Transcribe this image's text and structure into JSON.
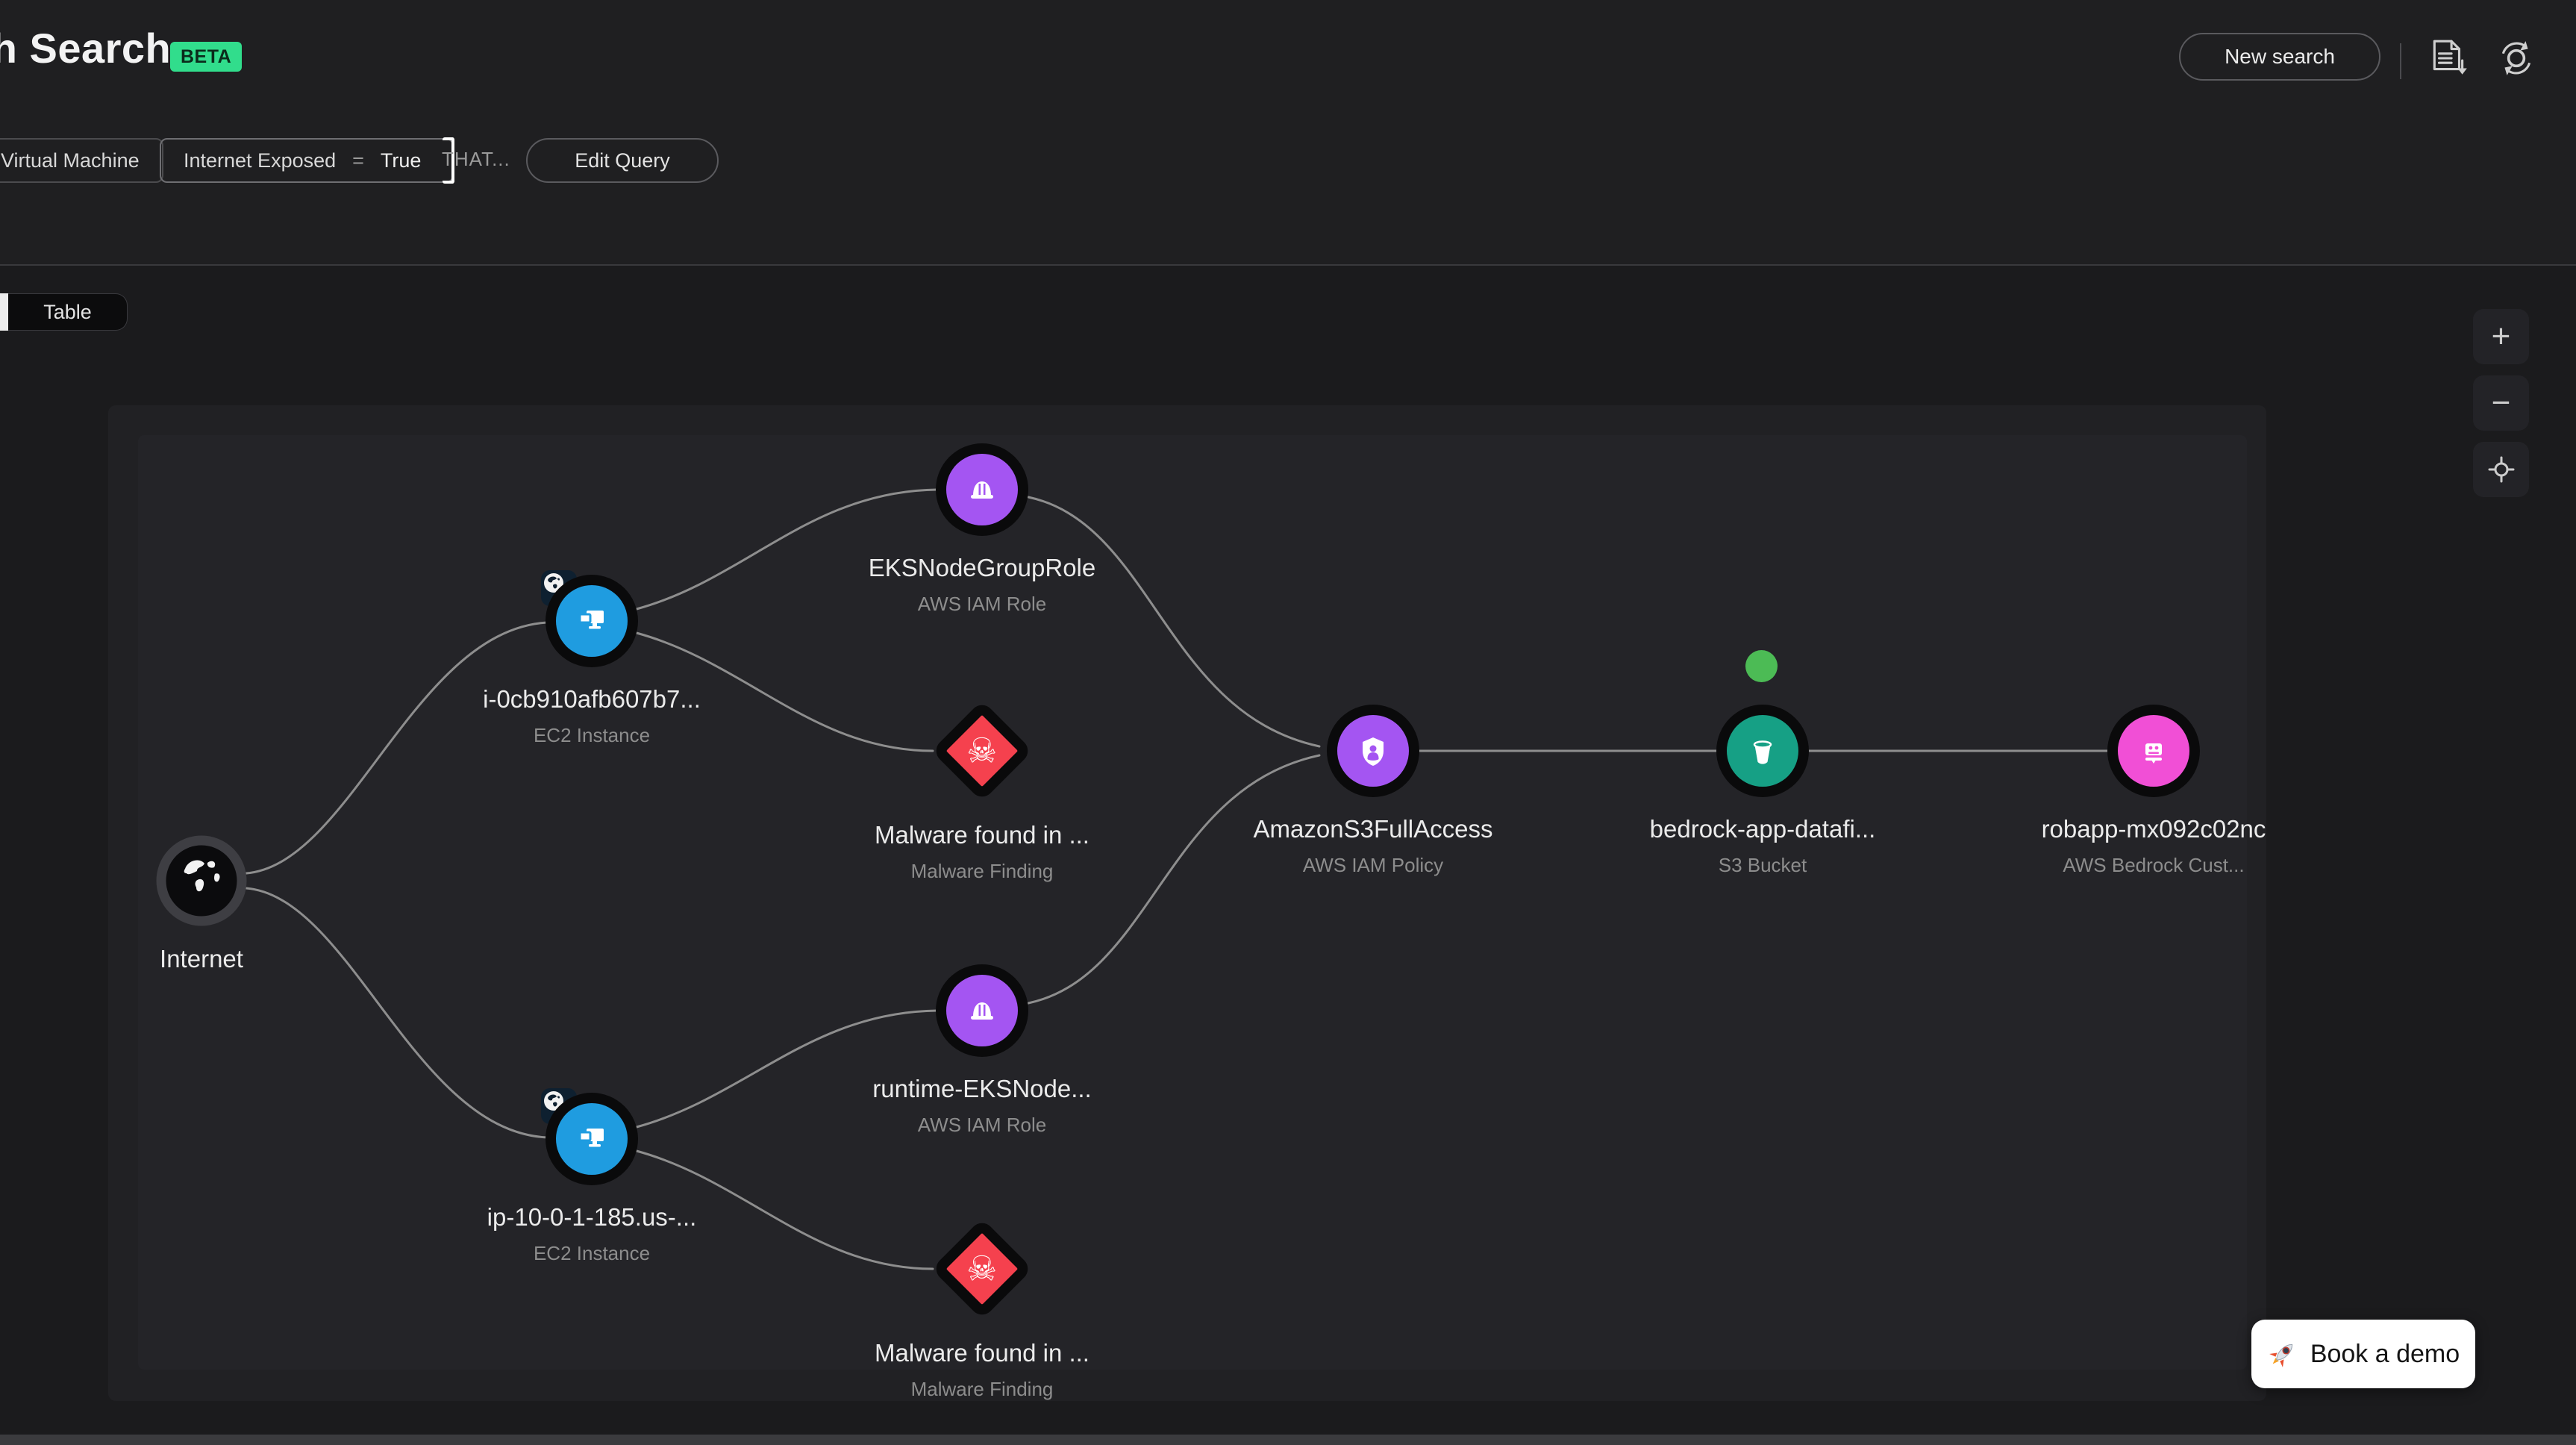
{
  "header": {
    "title": "Graph Search",
    "beta_badge": "BETA",
    "new_search_button": "New search",
    "icons": {
      "export": "document-download-icon",
      "refresh": "sync-icon"
    }
  },
  "query_bar": {
    "chips": [
      {
        "label": "Virtual Machine"
      },
      {
        "field": "Internet Exposed",
        "operator": "=",
        "value": "True"
      }
    ],
    "connector": "THAT...",
    "edit_query_button": "Edit Query"
  },
  "view_tabs": {
    "table": "Table"
  },
  "graph": {
    "malware_glyph": "☠",
    "nodes": [
      {
        "id": "internet",
        "title": "Internet",
        "subtitle": "",
        "type": "internet"
      },
      {
        "id": "ec2-1",
        "title": "i-0cb910afb607b7...",
        "subtitle": "EC2 Instance",
        "type": "ec2-instance",
        "internet_exposed": true
      },
      {
        "id": "iam-role-1",
        "title": "EKSNodeGroupRole",
        "subtitle": "AWS IAM Role",
        "type": "iam-role"
      },
      {
        "id": "malware-1",
        "title": "Malware found in ...",
        "subtitle": "Malware Finding",
        "type": "malware-finding"
      },
      {
        "id": "iam-policy",
        "title": "AmazonS3FullAccess",
        "subtitle": "AWS IAM Policy",
        "type": "iam-policy"
      },
      {
        "id": "s3-bucket",
        "title": "bedrock-app-datafi...",
        "subtitle": "S3 Bucket",
        "type": "s3-bucket",
        "status_dot": "green"
      },
      {
        "id": "bedrock",
        "title": "robapp-mx092c02nc",
        "subtitle": "AWS Bedrock Cust...",
        "type": "bedrock-custom-model"
      },
      {
        "id": "iam-role-2",
        "title": "runtime-EKSNode...",
        "subtitle": "AWS IAM Role",
        "type": "iam-role"
      },
      {
        "id": "ec2-2",
        "title": "ip-10-0-1-185.us-...",
        "subtitle": "EC2 Instance",
        "type": "ec2-instance",
        "internet_exposed": true
      },
      {
        "id": "malware-2",
        "title": "Malware found in ...",
        "subtitle": "Malware Finding",
        "type": "malware-finding"
      }
    ]
  },
  "zoom_controls": {
    "zoom_in": "+",
    "zoom_out": "−",
    "fit": "center-view"
  },
  "cta": {
    "book_demo": "Book a demo"
  },
  "colors": {
    "accent_green": "#31dd8c",
    "ec2_blue": "#1f9ce0",
    "iam_purple": "#a455f2",
    "malware_red": "#f5414e",
    "s3_teal": "#16a085",
    "bedrock_pink": "#f14fd6",
    "status_green": "#4cbb55",
    "edge_gray": "#8e8e8e"
  }
}
